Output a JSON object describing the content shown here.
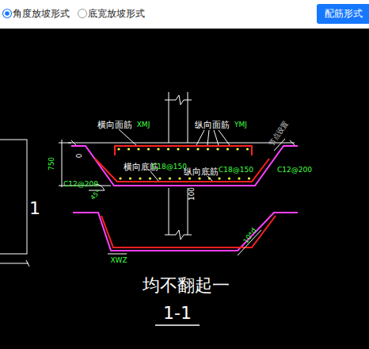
{
  "diagram": {
    "labels": [
      "角度放坡形式",
      "底宽放坡形式",
      "配筋形式",
      "横向面筋",
      "XMJ",
      "纵向面筋",
      "YMJ",
      "横向底筋",
      "C18@150",
      "纵向底筋",
      "C18@150",
      "C12@200",
      "C12@200",
      "节点设置",
      "750",
      "0",
      "45°",
      "100",
      "1",
      "XWZ",
      "10*d",
      "均不翻起一",
      "1-1"
    ]
  }
}
